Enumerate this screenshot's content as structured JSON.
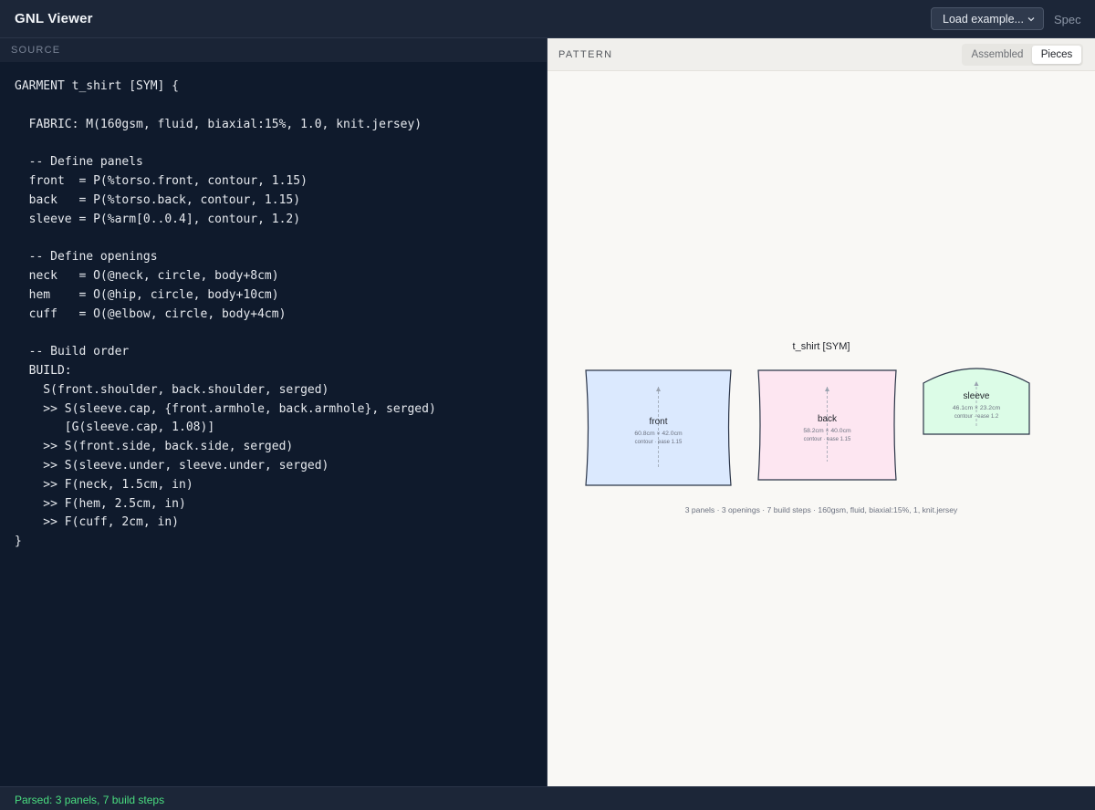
{
  "app": {
    "title": "GNL Viewer",
    "example_select": "Load example...",
    "spec_link": "Spec"
  },
  "source": {
    "label": "SOURCE",
    "lines": [
      "GARMENT t_shirt [SYM] {",
      "",
      "  FABRIC: M(160gsm, fluid, biaxial:15%, 1.0, knit.jersey)",
      "",
      "  -- Define panels",
      "  front  = P(%torso.front, contour, 1.15)",
      "  back   = P(%torso.back, contour, 1.15)",
      "  sleeve = P(%arm[0..0.4], contour, 1.2)",
      "",
      "  -- Define openings",
      "  neck   = O(@neck, circle, body+8cm)",
      "  hem    = O(@hip, circle, body+10cm)",
      "  cuff   = O(@elbow, circle, body+4cm)",
      "",
      "  -- Build order",
      "  BUILD:",
      "    S(front.shoulder, back.shoulder, serged)",
      "    >> S(sleeve.cap, {front.armhole, back.armhole}, serged)",
      "       [G(sleeve.cap, 1.08)]",
      "    >> S(front.side, back.side, serged)",
      "    >> S(sleeve.under, sleeve.under, serged)",
      "    >> F(neck, 1.5cm, in)",
      "    >> F(hem, 2.5cm, in)",
      "    >> F(cuff, 2cm, in)",
      "}"
    ]
  },
  "pattern": {
    "label": "PATTERN",
    "toggle": {
      "assembled": "Assembled",
      "pieces": "Pieces",
      "active": "Pieces"
    },
    "title": "t_shirt [SYM]",
    "pieces": [
      {
        "name": "front",
        "dims": "60.8cm × 42.0cm",
        "meta": "contour · ease 1.15",
        "fill": "#dbe9fe"
      },
      {
        "name": "back",
        "dims": "58.2cm × 40.0cm",
        "meta": "contour · ease 1.15",
        "fill": "#fde6f1"
      },
      {
        "name": "sleeve",
        "dims": "46.1cm × 23.2cm",
        "meta": "contour · ease 1.2",
        "fill": "#dcfce7"
      }
    ],
    "summary": "3 panels · 3 openings · 7 build steps · 160gsm, fluid, biaxial:15%, 1, knit.jersey"
  },
  "status": {
    "text": "Parsed: 3 panels, 7 build steps"
  },
  "colors": {
    "status_ok": "#4ade80",
    "outline": "#2b3548"
  }
}
